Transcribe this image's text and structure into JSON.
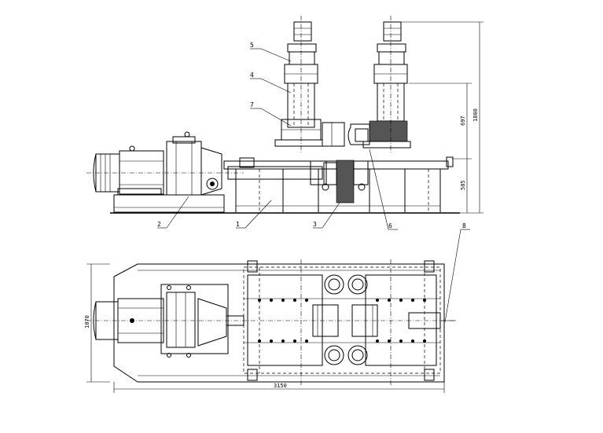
{
  "callouts": [
    "1",
    "2",
    "3",
    "4",
    "5",
    "6",
    "7",
    "8"
  ],
  "dimensions": {
    "height_total": "1800",
    "height_upper": "697",
    "height_lower": "505",
    "width_total": "1070",
    "length_total": "3150"
  },
  "colors": {
    "line": "#000000",
    "background": "#ffffff"
  }
}
